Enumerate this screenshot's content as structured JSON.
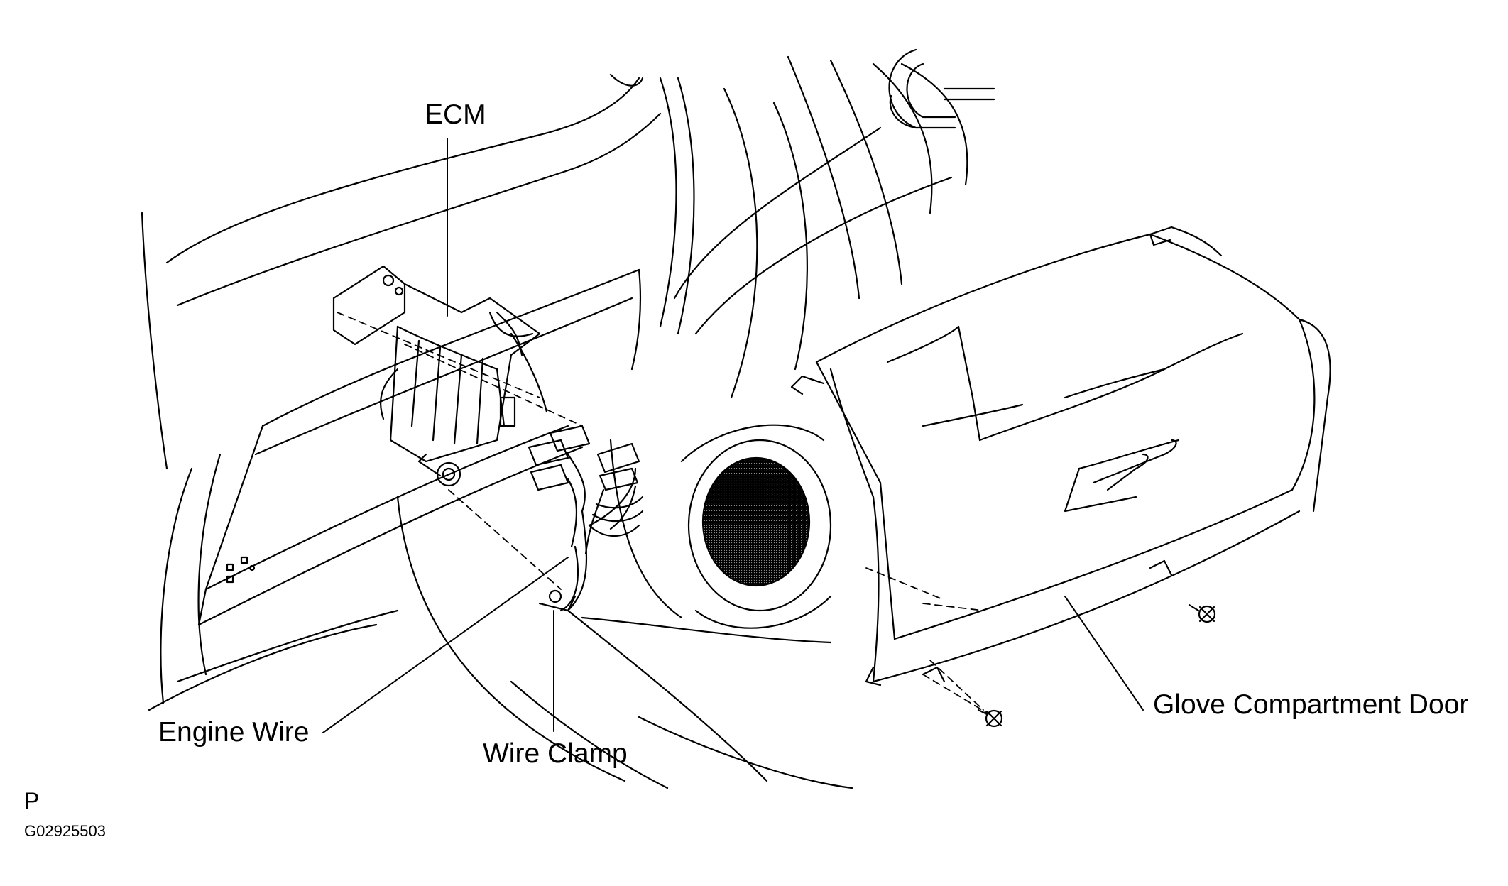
{
  "labels": {
    "ecm": "ECM",
    "engine_wire": "Engine Wire",
    "wire_clamp": "Wire Clamp",
    "glove_compartment_door": "Glove Compartment Door"
  },
  "footer": {
    "letter": "P",
    "figure_code": "G02925503"
  },
  "colors": {
    "line": "#000000",
    "background": "#ffffff"
  }
}
